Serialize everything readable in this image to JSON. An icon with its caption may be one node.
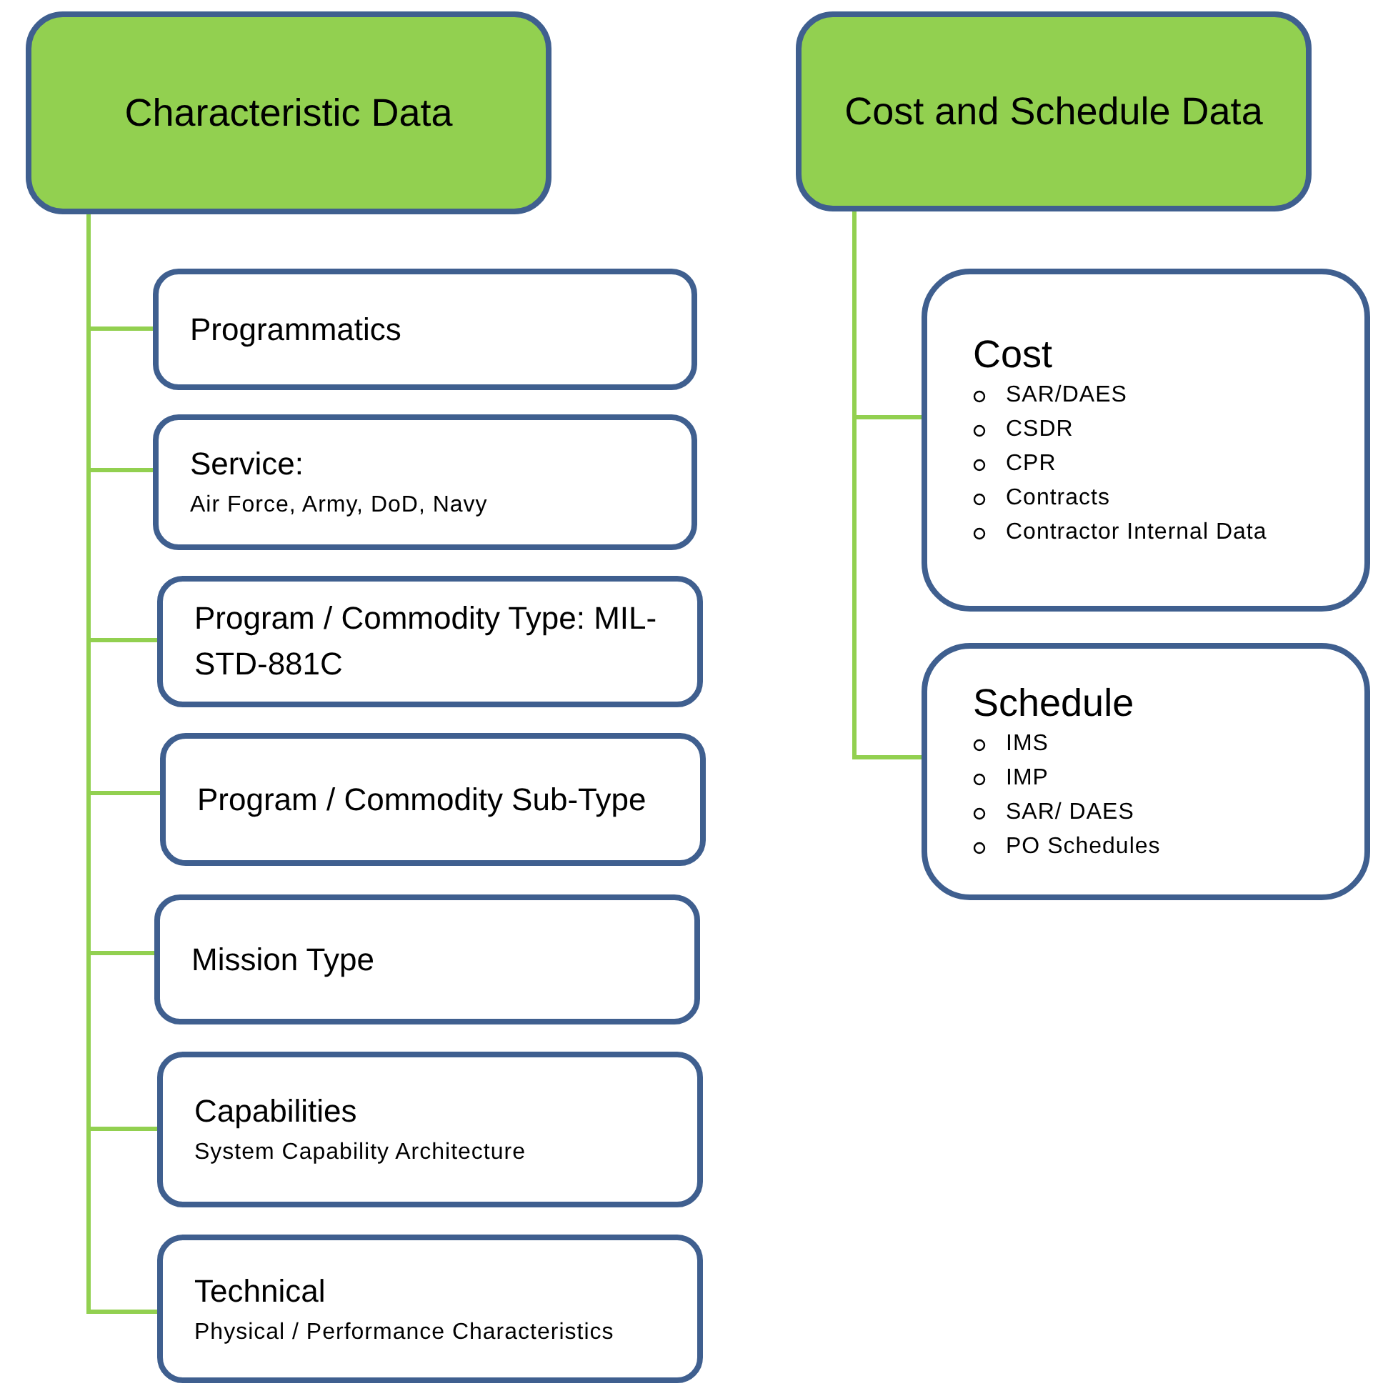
{
  "diagram": {
    "nodes": [
      {
        "text": [
          "Characteristic Data"
        ]
      },
      {
        "text": [
          "Programmatics"
        ]
      },
      {
        "text": [
          "Service:",
          "Air Force, Army, DoD, Navy"
        ]
      },
      {
        "text": [
          "Program / Commodity Type: MIL-STD-881C"
        ]
      },
      {
        "text": [
          "Program / Commodity Sub-Type"
        ]
      },
      {
        "text": [
          "Mission Type"
        ]
      },
      {
        "text": [
          "Capabilities",
          "System Capability Architecture"
        ]
      },
      {
        "text": [
          "Technical",
          "Physical / Performance Characteristics"
        ]
      },
      {
        "text": [
          "Cost and Schedule Data"
        ]
      },
      {
        "text": [
          "Cost",
          "SAR/DAES",
          "CSDR",
          "CPR",
          "Contracts",
          "Contractor Internal Data"
        ]
      },
      {
        "text": [
          "Schedule",
          "IMS",
          "IMP",
          "SAR/ DAES",
          "PO Schedules"
        ]
      }
    ],
    "edges": [
      {
        "from": 0,
        "to": 1,
        "arrow": "none"
      },
      {
        "from": 0,
        "to": 2,
        "arrow": "none"
      },
      {
        "from": 0,
        "to": 3,
        "arrow": "none"
      },
      {
        "from": 0,
        "to": 4,
        "arrow": "none"
      },
      {
        "from": 0,
        "to": 5,
        "arrow": "none"
      },
      {
        "from": 0,
        "to": 6,
        "arrow": "none"
      },
      {
        "from": 0,
        "to": 7,
        "arrow": "none"
      },
      {
        "from": 8,
        "to": 9,
        "arrow": "none"
      },
      {
        "from": 8,
        "to": 10,
        "arrow": "none"
      }
    ]
  }
}
